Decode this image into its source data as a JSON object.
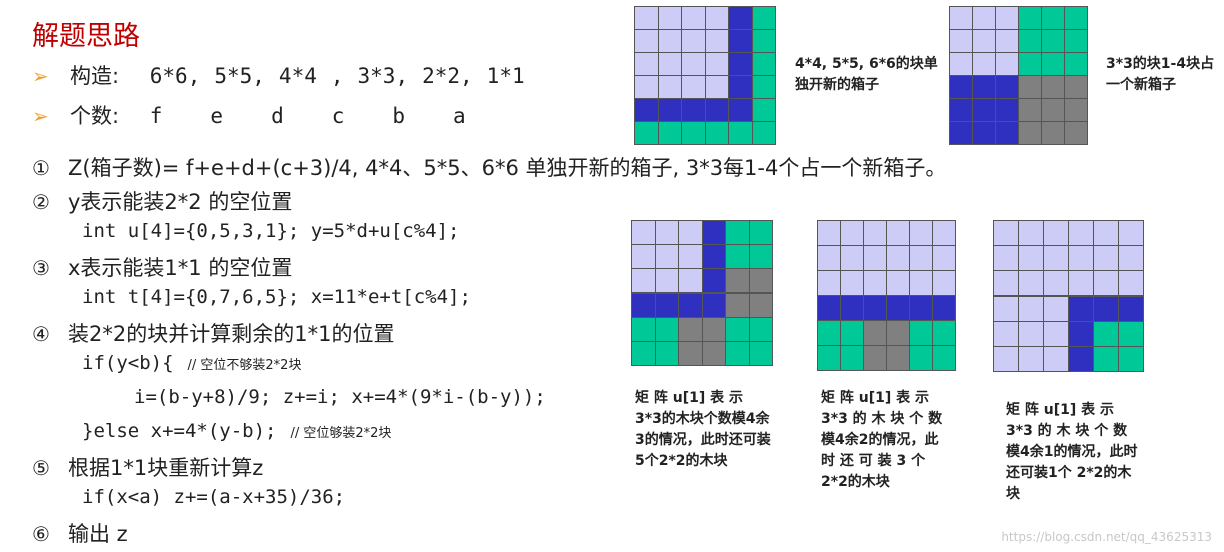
{
  "title": "解题思路",
  "bullets": [
    {
      "label": "构造:",
      "items": [
        "6*6,",
        "5*5,",
        "4*4",
        ",",
        "3*3,",
        "2*2,",
        "1*1"
      ]
    },
    {
      "label": "个数:",
      "items": [
        "f",
        "e",
        "d",
        "c",
        "b",
        "a"
      ]
    }
  ],
  "steps": [
    {
      "num": "①",
      "text": "Z(箱子数)= f+e+d+(c+3)/4, 4*4、5*5、6*6 单独开新的箱子, 3*3每1-4个占一个新箱子。"
    },
    {
      "num": "②",
      "text": "y表示能装2*2 的空位置"
    },
    {
      "code": "int u[4]={0,5,3,1}; y=5*d+u[c%4];"
    },
    {
      "num": "③",
      "text": "x表示能装1*1 的空位置"
    },
    {
      "code": "int t[4]={0,7,6,5}; x=11*e+t[c%4];"
    },
    {
      "num": "④",
      "text": "装2*2的块并计算剩余的1*1的位置"
    },
    {
      "code": "if(y<b){",
      "comment": "// 空位不够装2*2块"
    },
    {
      "code": "i=(b-y+8)/9; z+=i; x+=4*(9*i-(b-y));"
    },
    {
      "code": "}else x+=4*(y-b);",
      "comment": "// 空位够装2*2块"
    },
    {
      "num": "⑤",
      "text": "根据1*1块重新计算z"
    },
    {
      "code": "if(x<a) z+=(a-x+35)/36;"
    },
    {
      "num": "⑥",
      "text": "输出 z"
    }
  ],
  "captions": {
    "top1": "4*4, 5*5, 6*6的块单独开新的箱子",
    "top2": "3*3的块1-4块占一个新箱子",
    "bottom1": "矩 阵 u[1] 表 示 3*3的木块个数模4余3的情况，此时还可装5个2*2的木块",
    "bottom2": "矩 阵 u[1] 表 示 3*3 的 木 块 个 数模4余2的情况，此 时 还 可 装 3 个 2*2的木块",
    "bottom3": "矩 阵 u[1] 表 示 3*3 的 木 块 个 数模4余1的情况，此时还可装1个 2*2的木块"
  },
  "colors": {
    "lavender": "#ccccf6",
    "blue": "#3030c0",
    "teal": "#00c896",
    "gray": "#808080"
  },
  "grids": [
    {
      "id": "top1",
      "cells": [
        "LLLLBT",
        "LLLLBT",
        "LLLLBT",
        "LLLLBT",
        "BBBBBT",
        "TTTTTT"
      ]
    },
    {
      "id": "top2",
      "cells": [
        "LLLTTT",
        "LLLTTT",
        "LLLTTT",
        "BBBGGG",
        "BBBGGG",
        "BBBGGG"
      ]
    },
    {
      "id": "b1",
      "cells": [
        "LLLBTT",
        "LLLBTT",
        "LLLBGG",
        "BBBBGG",
        "TTGGTT",
        "TTGGTT"
      ]
    },
    {
      "id": "b2",
      "cells": [
        "LLLLLL",
        "LLLLLL",
        "LLLLLL",
        "BBBBBB",
        "TTGGTT",
        "TTGGTT"
      ]
    },
    {
      "id": "b3",
      "cells": [
        "LLLLLL",
        "LLLLLL",
        "LLLLLL",
        "LLLBBB",
        "LLLBTT",
        "LLLBTT"
      ]
    }
  ],
  "watermark": "https://blog.csdn.net/qq_43625313"
}
